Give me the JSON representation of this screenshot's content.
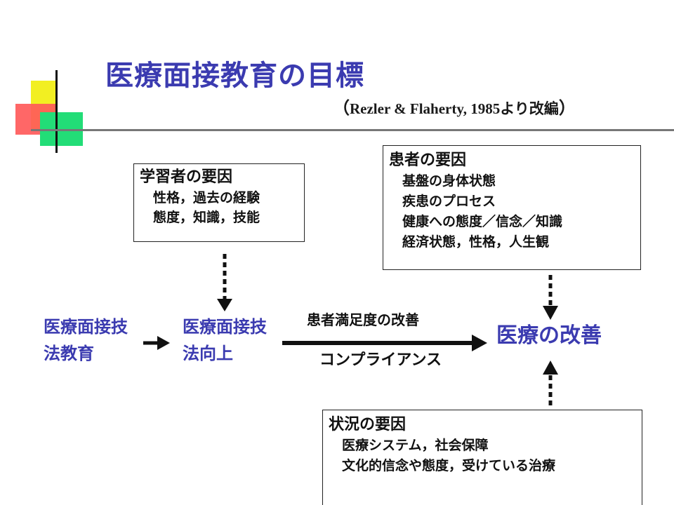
{
  "title": "医療面接教育の目標",
  "citation": {
    "open_paren": "（",
    "latin": "Rezler & Flaherty, 1985",
    "cjk": "より改編",
    "close_paren": "）"
  },
  "learner_factors": {
    "heading": "学習者の要因",
    "items": [
      "性格，過去の経験",
      "態度，知識，技能"
    ]
  },
  "patient_factors": {
    "heading": "患者の要因",
    "items": [
      "基盤の身体状態",
      "疾患のプロセス",
      "健康への態度／信念／知識",
      "経済状態，性格，人生観"
    ]
  },
  "situational_factors": {
    "heading": "状況の要因",
    "items": [
      "医療システム，社会保障",
      "文化的信念や態度，受けている治療"
    ]
  },
  "nodes": {
    "education": "医療面接技法教育",
    "skill_improvement": "医療面接技法向上",
    "care_improvement": "医療の改善"
  },
  "edge_labels": {
    "satisfaction": "患者満足度の改善",
    "compliance": "コンプライアンス"
  },
  "colors": {
    "title": "#3b3bb0",
    "node_text": "#3b3bb0",
    "accent_yellow": "#f2ef22",
    "accent_red": "#ff5a5a",
    "accent_green": "#22dd77"
  }
}
